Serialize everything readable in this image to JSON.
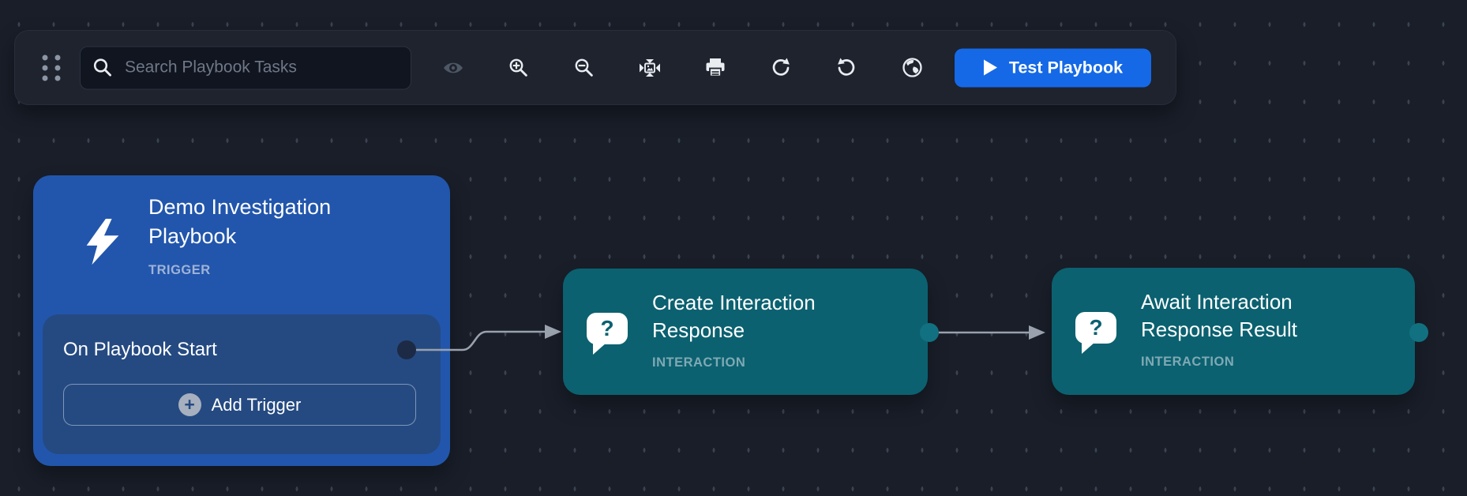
{
  "colors": {
    "canvas_bg": "#191E29",
    "grid_dash": "#3B4250",
    "toolbar_bg": "#1E232E",
    "search_bg": "#10151F",
    "primary_blue": "#1569E6",
    "trigger_blue": "#2256AC",
    "trigger_panel": "#254A82",
    "trigger_label": "#9FB3D8",
    "action_teal": "#0B6170",
    "action_label": "#7FA9B4",
    "edge_gray": "#99A1AD",
    "port_navy": "#1C2A45",
    "port_teal": "#127180",
    "icon_color": "#E9ECF1",
    "eye_dim": "#4E5765"
  },
  "toolbar": {
    "search": {
      "placeholder": "Search Playbook Tasks",
      "value": ""
    },
    "icons": [
      {
        "name": "drag-handle-icon"
      },
      {
        "name": "search-icon"
      },
      {
        "name": "eye-icon"
      },
      {
        "name": "zoom-in-icon"
      },
      {
        "name": "zoom-out-icon"
      },
      {
        "name": "fit-view-icon"
      },
      {
        "name": "print-icon"
      },
      {
        "name": "redo-icon"
      },
      {
        "name": "undo-icon"
      },
      {
        "name": "globe-icon"
      },
      {
        "name": "play-icon"
      }
    ],
    "test_button": {
      "label": "Test Playbook"
    }
  },
  "nodes": {
    "trigger": {
      "title": "Demo Investigation Playbook",
      "type_label": "TRIGGER",
      "start_label": "On Playbook Start",
      "add_trigger_label": "Add Trigger",
      "plus_glyph": "+"
    },
    "create_interaction": {
      "title": "Create Interaction Response",
      "type_label": "INTERACTION",
      "icon_glyph": "?"
    },
    "await_interaction": {
      "title": "Await Interaction Response Result",
      "type_label": "INTERACTION",
      "icon_glyph": "?"
    }
  }
}
